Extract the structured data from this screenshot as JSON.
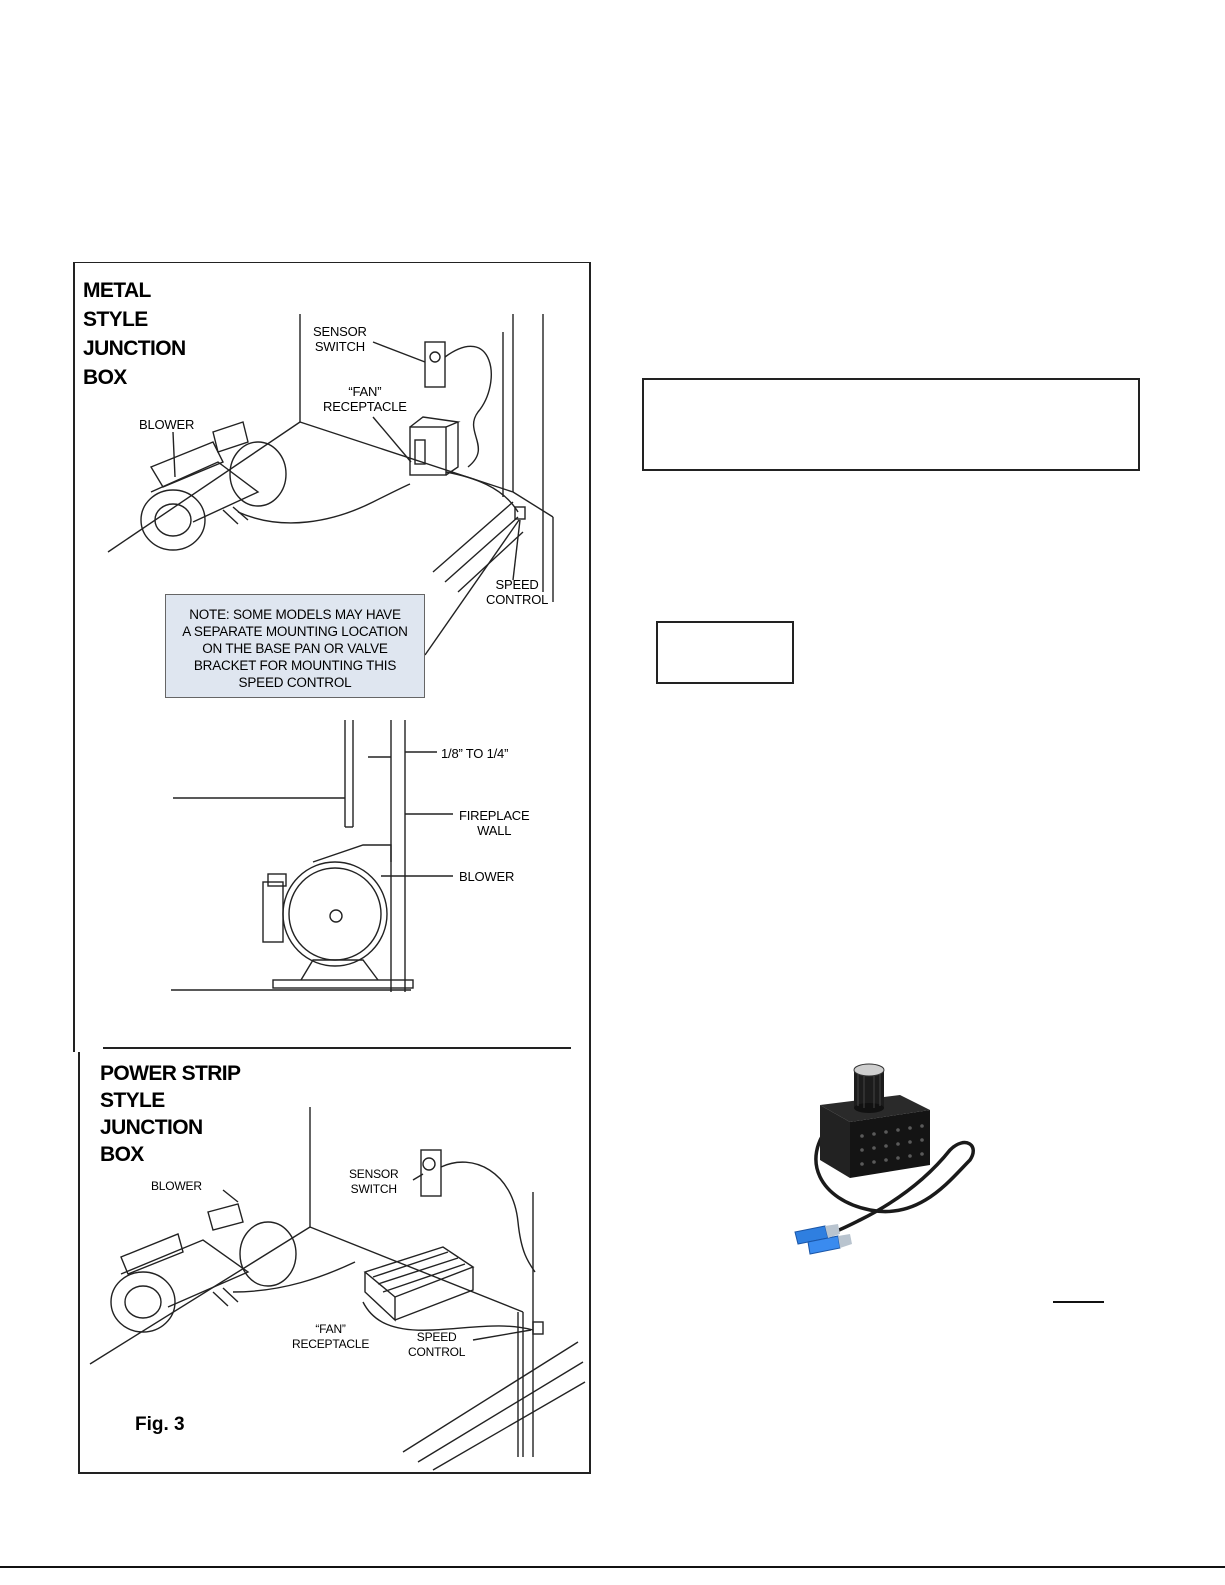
{
  "figure": {
    "metal_heading": [
      "METAL",
      "STYLE",
      "JUNCTION",
      "BOX"
    ],
    "power_heading": [
      "POWER STRIP",
      "STYLE",
      "JUNCTION",
      "BOX"
    ],
    "labels": {
      "sensor_switch_1": "SENSOR",
      "sensor_switch_2": "SWITCH",
      "fan_receptacle_1": "“FAN”",
      "fan_receptacle_2": "RECEPTACLE",
      "blower": "BLOWER",
      "speed_control_1": "SPEED",
      "speed_control_2": "CONTROL",
      "gap": "1/8” TO 1/4”",
      "fireplace_wall_1": "FIREPLACE",
      "fireplace_wall_2": "WALL",
      "blower_side": "BLOWER"
    },
    "note_lines": [
      "NOTE: SOME MODELS MAY HAVE",
      "A SEPARATE MOUNTING LOCATION",
      "ON THE BASE PAN OR VALVE",
      "BRACKET FOR MOUNTING THIS",
      "SPEED CONTROL"
    ],
    "fig_label": "Fig. 3"
  }
}
